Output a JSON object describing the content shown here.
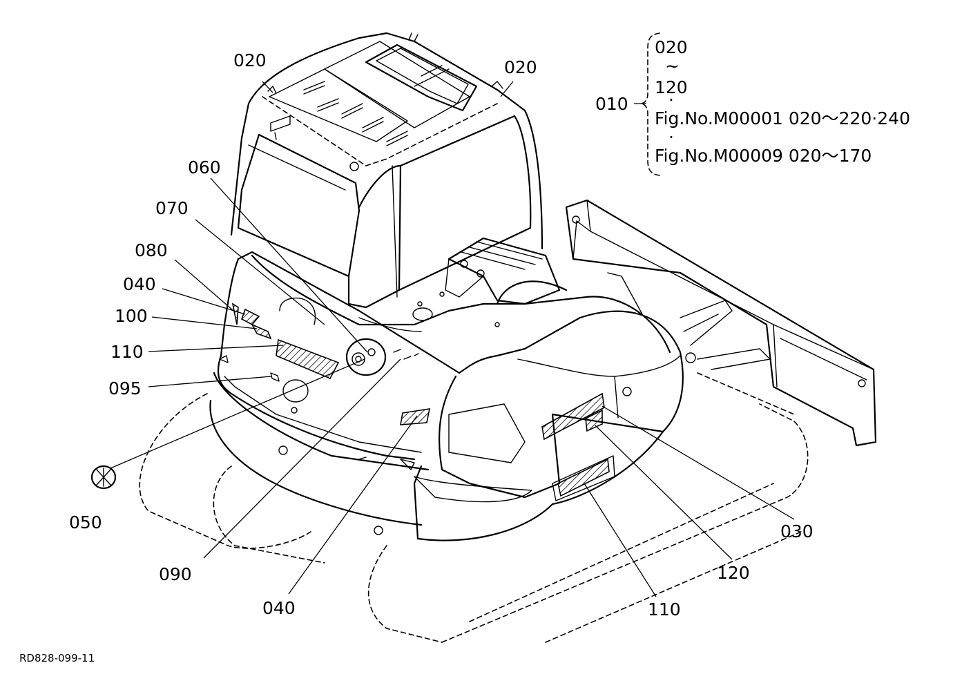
{
  "callouts": [
    {
      "id": "c020a",
      "text": "020"
    },
    {
      "id": "c020b",
      "text": "020"
    },
    {
      "id": "c060",
      "text": "060"
    },
    {
      "id": "c070",
      "text": "070"
    },
    {
      "id": "c080",
      "text": "080"
    },
    {
      "id": "c040a",
      "text": "040"
    },
    {
      "id": "c100",
      "text": "100"
    },
    {
      "id": "c110a",
      "text": "110"
    },
    {
      "id": "c095",
      "text": "095"
    },
    {
      "id": "c050",
      "text": "050"
    },
    {
      "id": "c090",
      "text": "090"
    },
    {
      "id": "c040b",
      "text": "040"
    },
    {
      "id": "c110b",
      "text": "110"
    },
    {
      "id": "c120",
      "text": "120"
    },
    {
      "id": "c030",
      "text": "030"
    }
  ],
  "assembly_note": {
    "label": "010",
    "line1": "020",
    "tilde": "~",
    "line2": "120",
    "dot": "·",
    "ref1": "Fig.No.M00001  020～220·240",
    "ref2": "Fig.No.M00009  020～170"
  },
  "drawing_code": "RD828-099-11"
}
